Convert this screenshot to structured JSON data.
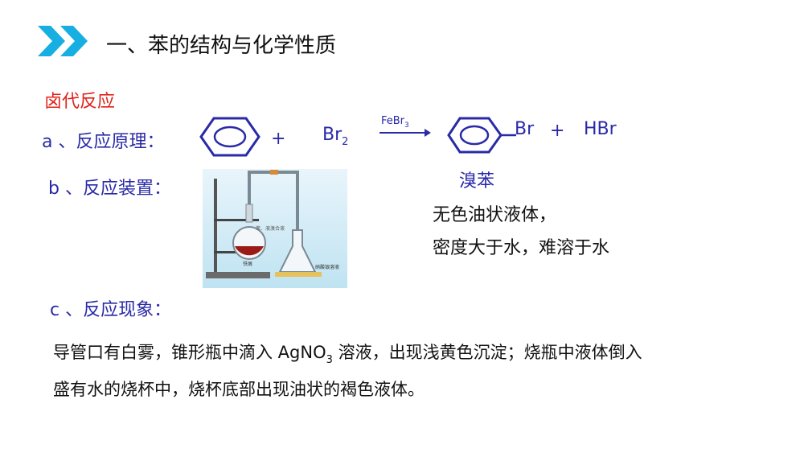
{
  "header": {
    "title": "一、苯的结构与化学性质",
    "chevron_icon": "double-chevron-right-icon",
    "accent": "#17aee2"
  },
  "section": {
    "title": "卤代反应",
    "color": "#e0231c"
  },
  "reaction": {
    "label": "a 、反应原理：",
    "plus1": "+",
    "br2_main": "Br",
    "br2_sub": "2",
    "catalyst_main": "FeBr",
    "catalyst_sub": "3",
    "product_br": "Br",
    "plus2": "+",
    "hbr": "HBr",
    "product_name": "溴苯",
    "color": "#2a2aa8"
  },
  "apparatus": {
    "label": "b 、反应装置：",
    "flask_note": "苯、液溴合液",
    "iron_note": "铁屑",
    "solution_note": "硝酸银溶液"
  },
  "properties": {
    "line1": "无色油状液体，",
    "line2": "密度大于水，难溶于水"
  },
  "phenomenon": {
    "label": "c 、反应现象：",
    "line1_a": "导管口有白雾，锥形瓶中滴入 AgNO",
    "line1_sub": "3",
    "line1_b": " 溶液，出现浅黄色沉淀；烧瓶中液体倒入",
    "line2": "盛有水的烧杯中，烧杯底部出现油状的褐色液体。"
  }
}
